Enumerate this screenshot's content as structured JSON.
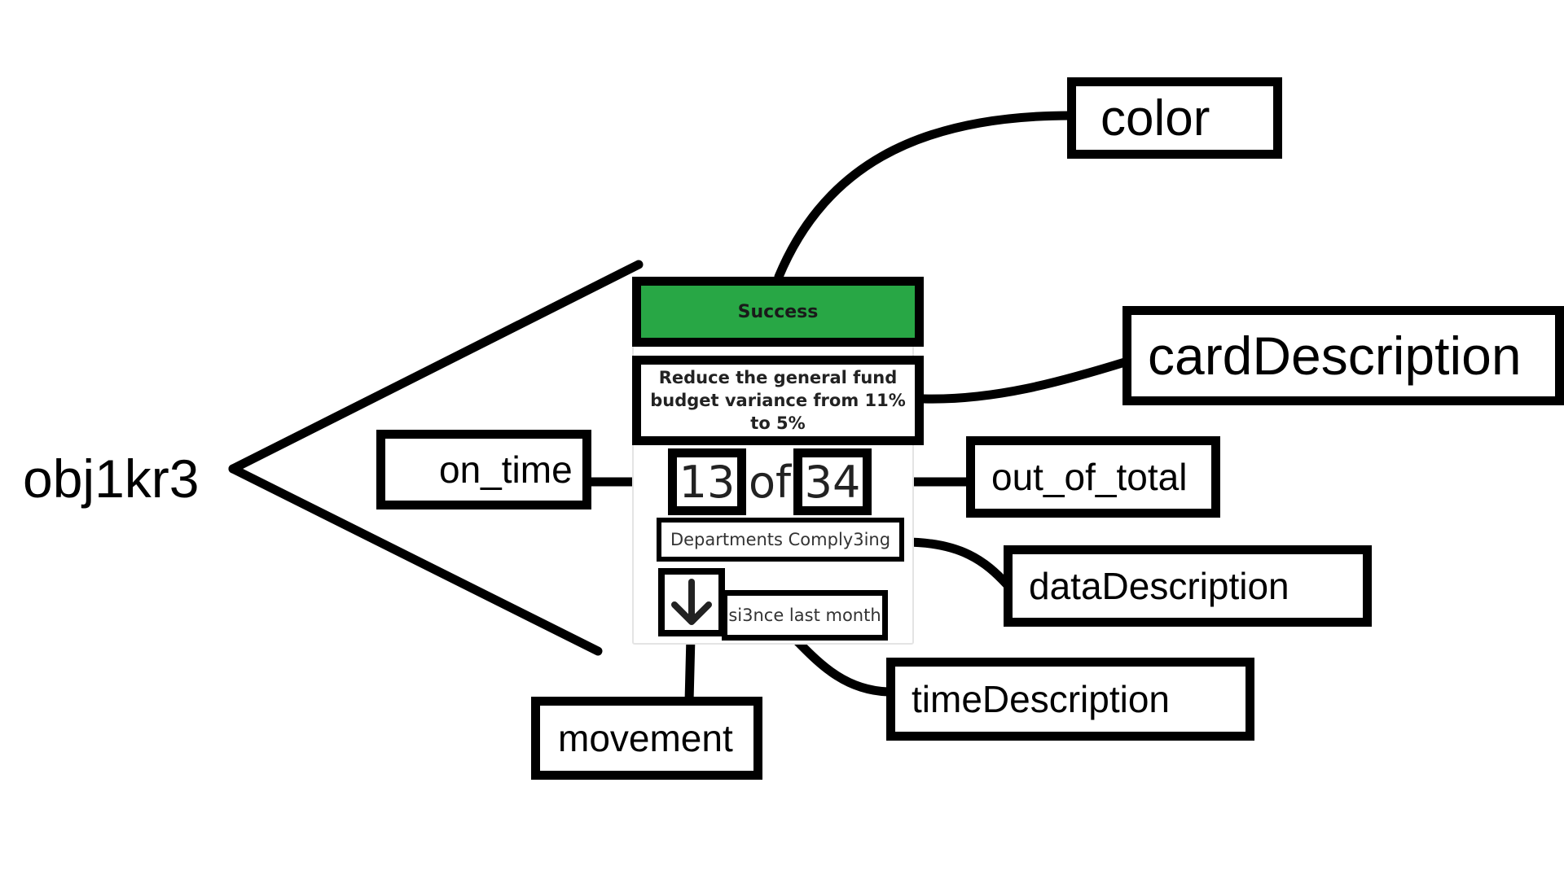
{
  "root": {
    "label": "obj1kr3"
  },
  "card": {
    "header_text": "Success",
    "description": "Reduce the general fund budget variance from 11% to 5%",
    "on_time_value": "13",
    "of_text": "of",
    "total_value": "34",
    "data_description": "Departments Comply3ing",
    "movement_icon": "arrow-down-icon",
    "time_description": "si3nce last month",
    "header_color": "#28a745"
  },
  "annotations": {
    "color": "color",
    "card_description": "cardDescription",
    "on_time": "on_time",
    "out_of_total": "out_of_total",
    "data_description": "dataDescription",
    "time_description": "timeDescription",
    "movement": "movement"
  }
}
